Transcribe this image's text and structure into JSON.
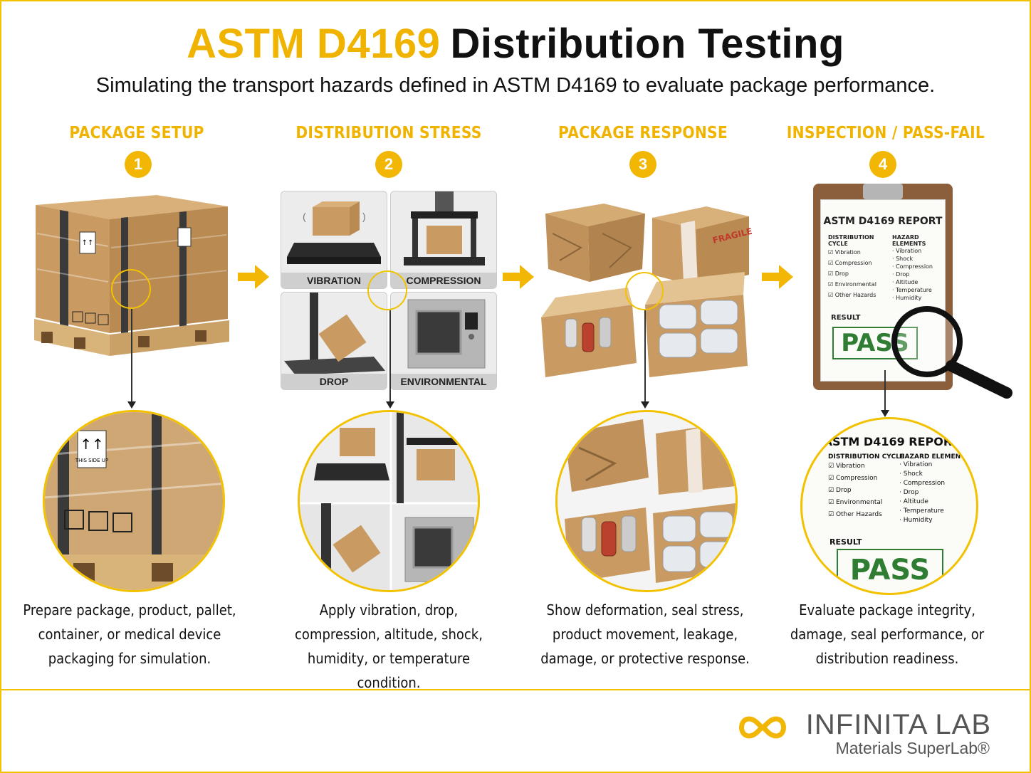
{
  "header": {
    "title_accent": "ASTM D4169",
    "title_main": "Distribution Testing",
    "subtitle": "Simulating the transport hazards defined in ASTM D4169 to evaluate package performance."
  },
  "steps": [
    {
      "number": "1",
      "label": "PACKAGE SETUP",
      "description": "Prepare package, product, pallet, container, or medical device packaging for simulation."
    },
    {
      "number": "2",
      "label": "DISTRIBUTION STRESS",
      "description": "Apply vibration, drop, compression, altitude, shock, humidity, or temperature condition."
    },
    {
      "number": "3",
      "label": "PACKAGE RESPONSE",
      "description": "Show deformation, seal stress, product movement, leakage, damage, or protective response."
    },
    {
      "number": "4",
      "label": "INSPECTION / PASS-FAIL",
      "description": "Evaluate package integrity, damage, seal performance, or distribution readiness."
    }
  ],
  "stress_tiles": {
    "vibration": "VIBRATION",
    "compression": "COMPRESSION",
    "drop": "DROP",
    "environmental": "ENVIRONMENTAL"
  },
  "package_labels": {
    "this_side_up": "THIS SIDE UP",
    "fragile": "FRAGILE"
  },
  "report": {
    "title": "ASTM D4169 REPORT",
    "cycle_header": "DISTRIBUTION CYCLE",
    "hazard_header": "HAZARD ELEMENTS",
    "cycle_items": [
      "Vibration",
      "Compression",
      "Drop",
      "Environmental",
      "Other Hazards"
    ],
    "hazard_items": [
      "Vibration",
      "Shock",
      "Compression",
      "Drop",
      "Altitude",
      "Temperature",
      "Humidity"
    ],
    "result_label": "RESULT",
    "result_value": "PASS"
  },
  "brand": {
    "name": "INFINITA LAB",
    "tagline": "Materials SuperLab®"
  },
  "colors": {
    "accent": "#f0b400",
    "pass_green": "#2e7d32",
    "cardboard": "#c89b63"
  }
}
